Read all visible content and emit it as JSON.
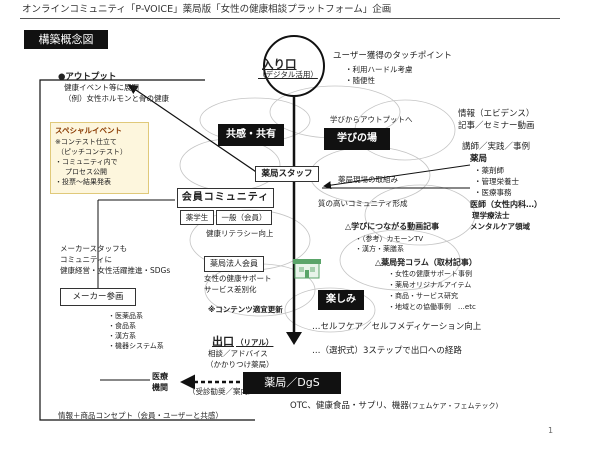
{
  "header": {
    "title": "オンラインコミュニティ「P-VOICE」薬局版「女性の健康相談プラットフォーム」企画"
  },
  "page_number": "1",
  "concept_label": "構築概念図",
  "entry": {
    "title": "入り口",
    "sub": "（デジタル活用）",
    "touchpoint": "ユーザー獲得のタッチポイント",
    "touchpoint_items": [
      "・利用ハードル考慮",
      "・随便性"
    ]
  },
  "output": {
    "title": "●アウトプット",
    "lines": [
      "健康イベント等に展開",
      "（例）女性ホルモンと骨の健康"
    ]
  },
  "special_event": {
    "title": "スペシャルイベント",
    "lines": [
      "※コンテスト仕立て",
      "（ピッチコンテスト）",
      "・コミュニティ内で",
      "プロセス公開",
      "・投票〜結果発表"
    ]
  },
  "empathy_box": "共感・共有",
  "learn_box": "学びの場",
  "learn_to_output": "学びからアウトプットへ",
  "info": {
    "title": "情報（エビデンス）",
    "sub": "記事／セミナー動画"
  },
  "experts": {
    "line1": "講師／実践／事例",
    "pharmacy_title": "薬局",
    "pharmacy_items": [
      "・薬剤師",
      "・管理栄養士",
      "・医療事務"
    ],
    "doctor": "医師（女性内科…）",
    "therapist1": "理学療法士",
    "therapist2": "メンタルケア領域"
  },
  "pharmacy_staff": "薬局スタッフ",
  "field_approach": "薬局現場の取組み",
  "quality_community": "質の高いコミュニティ形成",
  "member_community": {
    "title": "会員コミュニティ",
    "student": "薬学生",
    "general": "一般（会員）",
    "literacy": "健康リテラシー向上"
  },
  "video_articles": {
    "title": "△学びにつながる動画記事",
    "items": [
      "・（参考）カモーンTV",
      "・漢方・薬膳系"
    ]
  },
  "column": {
    "title": "△薬局発コラム（取材記事）",
    "items": [
      "・女性の健康サポート事例",
      "・薬局オリジナルアイテム",
      "・商品・サービス研究",
      "・地域との協働事例　…etc"
    ]
  },
  "corp_member": {
    "title": "薬局法人会員",
    "lines": [
      "女性の健康サポート",
      "サービス差別化"
    ],
    "update": "※コンテンツ適宜更新"
  },
  "maker_staff": {
    "lines": [
      "メーカースタッフも",
      "コミュニティに",
      "健康経営・女性活躍推進・SDGs"
    ]
  },
  "maker_box": "メーカー参画",
  "maker_items": [
    "・医薬品系",
    "・食品系",
    "・漢方系",
    "・機器システム系"
  ],
  "fun_box": "楽しみ",
  "selfcare": "…セルフケア／セルフメディケーション向上",
  "steps": "…（選択式）3ステップで出口への経路",
  "exit": {
    "title": "出口",
    "sub": "（リアル）",
    "line1": "相談／アドバイス",
    "line2": "（かかりつけ薬局）"
  },
  "medical": {
    "title1": "医療",
    "title2": "機関",
    "referral": "（受診勧奨／案内）"
  },
  "dgs_box": "薬局／DgS",
  "otc": "OTC、健康食品・サプリ、機器",
  "otc_small": "(フェムケア・フェムテック)",
  "bottom_info": "情報＋商品コンセプト（会員・ユーザーと共感）",
  "colors": {
    "black": "#111111",
    "special_event_bg": "#fdf6dd",
    "special_event_border": "#e0c97a",
    "oval_stroke": "#bdbdbd",
    "building_green": "#5aa469"
  }
}
